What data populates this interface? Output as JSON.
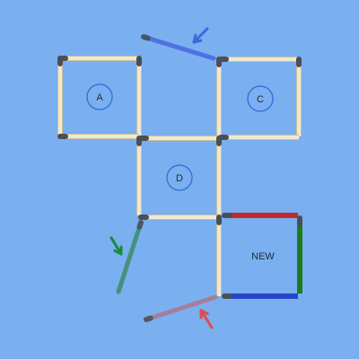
{
  "puzzle": {
    "background_color": "#7aaff0",
    "stick_wood_color": "#f1e9cf",
    "stick_head_color": "#4a4f57",
    "circle_outline_color": "#2f67d9",
    "labels": {
      "a": "A",
      "c": "C",
      "d": "D",
      "new": "NEW"
    },
    "new_square_colors": {
      "top": "#c22b2b",
      "right": "#1e7a1e",
      "bottom": "#2446c9"
    },
    "removed_sticks": {
      "blue": {
        "color": "#4a6ce0"
      },
      "green": {
        "color": "#3f8f6f"
      },
      "red": {
        "color": "#a87a92"
      }
    },
    "arrows": {
      "blue": {
        "color": "#3f66e0",
        "icon": "arrow-down-left-icon"
      },
      "green": {
        "color": "#1d8a3a",
        "icon": "arrow-down-right-icon"
      },
      "red": {
        "color": "#e04a4a",
        "icon": "arrow-up-left-icon"
      }
    }
  }
}
